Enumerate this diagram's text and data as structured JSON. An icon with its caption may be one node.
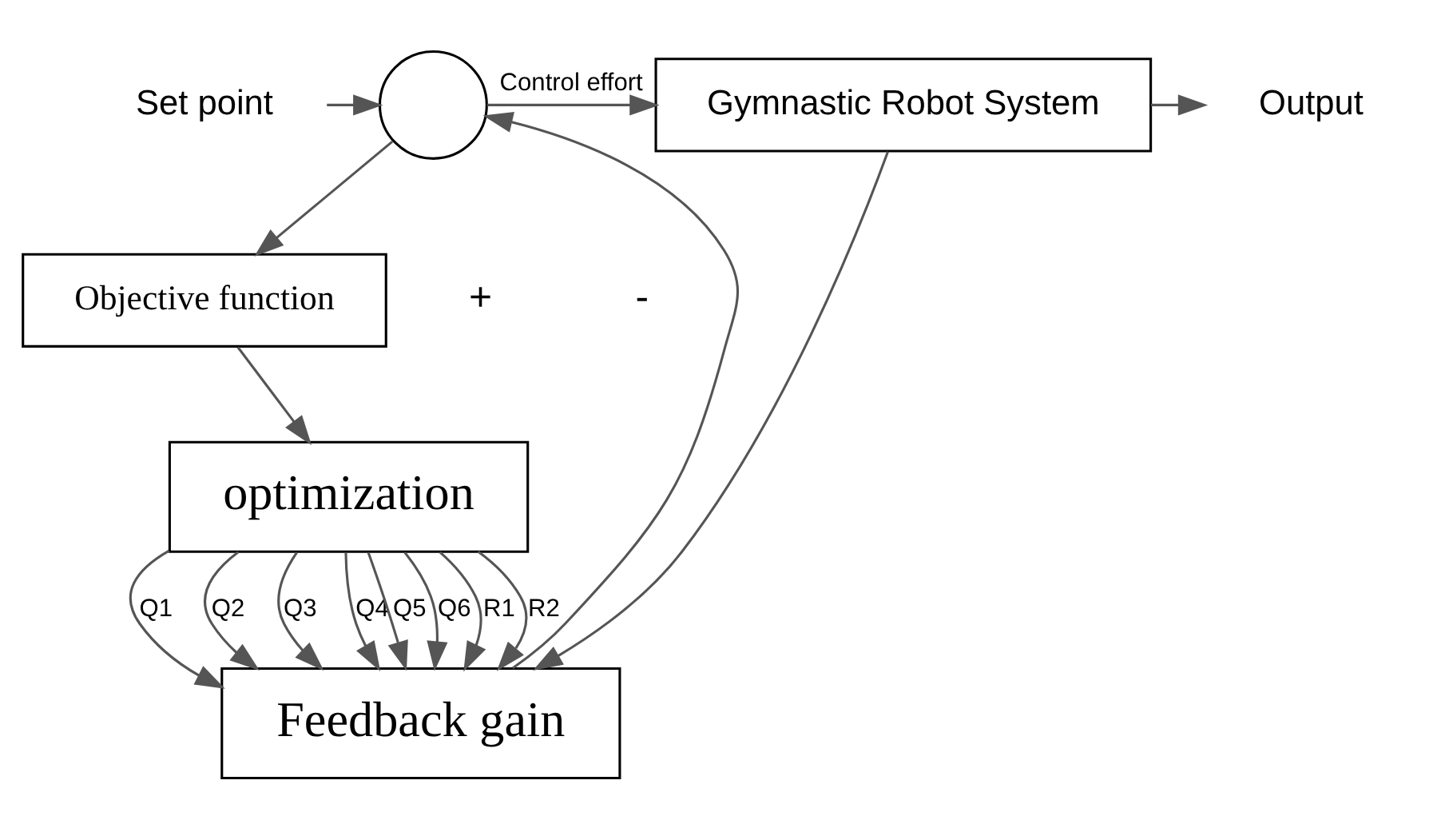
{
  "diagram": {
    "nodes": [
      {
        "text": [
          "Set point"
        ]
      },
      {
        "text": [],
        "shape": "circle"
      },
      {
        "text": [
          "Gymnastic Robot System"
        ]
      },
      {
        "text": [
          "Output"
        ]
      },
      {
        "text": [
          "Objective function"
        ]
      },
      {
        "text": [
          "optimization"
        ]
      },
      {
        "text": [
          "Feedback gain"
        ]
      }
    ],
    "edges": [
      {
        "from": 0,
        "to": 1,
        "arrow": "to"
      },
      {
        "from": 1,
        "to": 2,
        "arrow": "to",
        "label": "Control effort"
      },
      {
        "from": 1,
        "to": 4,
        "arrow": "to"
      },
      {
        "from": 2,
        "to": 3,
        "arrow": "to"
      },
      {
        "from": 2,
        "to": 6,
        "arrow": "to"
      },
      {
        "from": 4,
        "to": 5,
        "arrow": "to"
      },
      {
        "from": 5,
        "to": 6,
        "arrow": "to",
        "label": "Q1"
      },
      {
        "from": 5,
        "to": 6,
        "arrow": "to",
        "label": "Q2"
      },
      {
        "from": 5,
        "to": 6,
        "arrow": "to",
        "label": "Q3"
      },
      {
        "from": 5,
        "to": 6,
        "arrow": "to",
        "label": "Q4"
      },
      {
        "from": 5,
        "to": 6,
        "arrow": "to",
        "label": "Q5"
      },
      {
        "from": 5,
        "to": 6,
        "arrow": "to",
        "label": "Q6"
      },
      {
        "from": 5,
        "to": 6,
        "arrow": "to",
        "label": "R1"
      },
      {
        "from": 5,
        "to": 6,
        "arrow": "to",
        "label": "R2"
      },
      {
        "from": 6,
        "to": 1,
        "arrow": "to"
      }
    ],
    "labels": [
      "+",
      "-"
    ]
  }
}
